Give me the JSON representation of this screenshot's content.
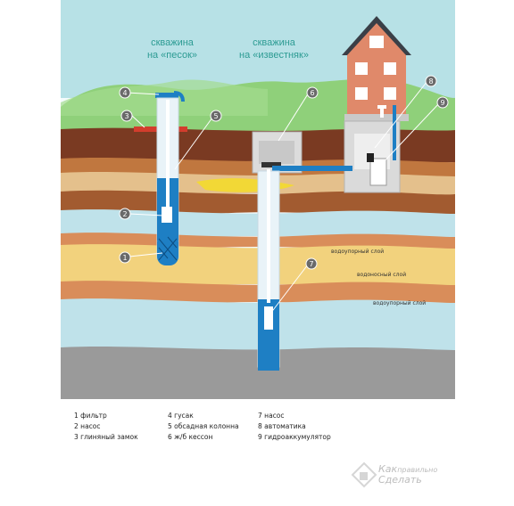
{
  "headings": {
    "well_sand_line1": "скважина",
    "well_sand_line2": "на «песок»",
    "well_limestone_line1": "скважина",
    "well_limestone_line2": "на «известняк»"
  },
  "markers": [
    "1",
    "2",
    "3",
    "4",
    "5",
    "6",
    "7",
    "8",
    "9"
  ],
  "layers": {
    "aquitard_top": "водоупорный слой",
    "aquifer": "водоносный слой",
    "aquitard_bottom": "водоупорный слой"
  },
  "legend": [
    {
      "num": "1",
      "text": "фильтр"
    },
    {
      "num": "2",
      "text": "насос"
    },
    {
      "num": "3",
      "text": "глиняный замок"
    },
    {
      "num": "4",
      "text": "гусак"
    },
    {
      "num": "5",
      "text": "обсадная колонна"
    },
    {
      "num": "6",
      "text": "ж/б кессон"
    },
    {
      "num": "7",
      "text": "насос"
    },
    {
      "num": "8",
      "text": "автоматика"
    },
    {
      "num": "9",
      "text": "гидроаккумулятор"
    }
  ],
  "watermark": {
    "line1": "Как",
    "line1b": "правильно",
    "line2": "Сделать"
  },
  "colors": {
    "sky": "#aedde2",
    "hills": "#8fd07a",
    "topsoil": "#7a3a22",
    "clay": "#c07a45",
    "aquifer": "#f2d27d",
    "water": "#bfe2ea",
    "bedrock": "#9a9a9a",
    "pipe": "#1e7fc4",
    "heading": "#2c9b93",
    "marker": "#6a6a6a"
  }
}
